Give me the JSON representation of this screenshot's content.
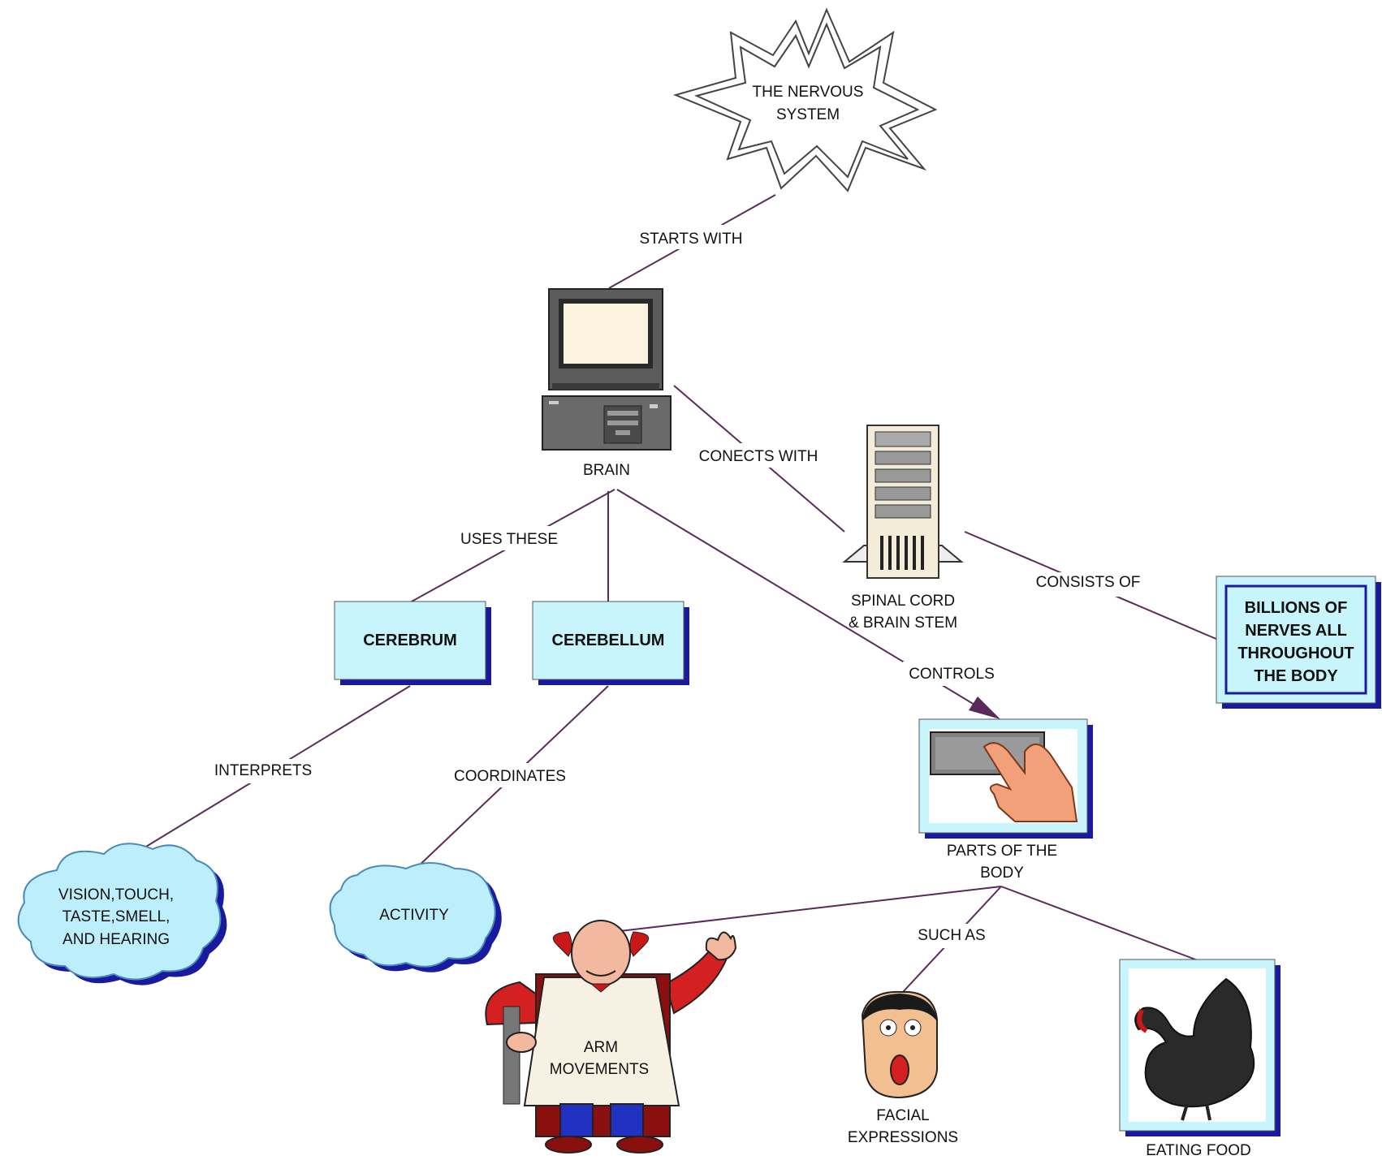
{
  "title_lines": [
    "THE NERVOUS",
    "SYSTEM"
  ],
  "links": {
    "starts_with": "STARTS WITH",
    "conects_with": "CONECTS WITH",
    "uses_these": "USES THESE",
    "consists_of": "CONSISTS OF",
    "controls": "CONTROLS",
    "interprets": "INTERPRETS",
    "coordinates": "COORDINATES",
    "such_as": "SUCH AS"
  },
  "nodes": {
    "brain": "BRAIN",
    "spinal_lines": [
      "SPINAL CORD",
      "& BRAIN STEM"
    ],
    "cerebrum": "CEREBRUM",
    "cerebellum": "CEREBELLUM",
    "nerves_lines": [
      "BILLIONS OF",
      "NERVES ALL",
      "THROUGHOUT",
      "THE BODY"
    ],
    "parts_lines": [
      "PARTS OF THE",
      "BODY"
    ],
    "senses_lines": [
      "VISION,TOUCH,",
      "TASTE,SMELL,",
      "AND HEARING"
    ],
    "activity": "ACTIVITY",
    "arm_lines": [
      "ARM",
      "MOVEMENTS"
    ],
    "facial_lines": [
      "FACIAL",
      "EXPRESSIONS"
    ],
    "eating": "EATING FOOD"
  },
  "colors": {
    "box_fill": "#c8f4fb",
    "box_shadow": "#1a1aa0",
    "cloud_fill": "#bdeefc",
    "connector": "#5a2a5a"
  }
}
